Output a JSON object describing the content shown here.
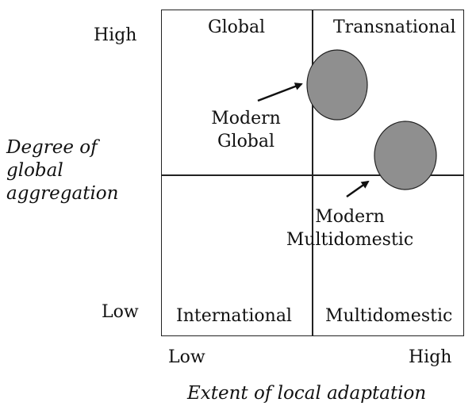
{
  "y_axis": {
    "label_lines": [
      "Degree of",
      "global",
      "aggregation"
    ],
    "high": "High",
    "low": "Low"
  },
  "x_axis": {
    "label": "Extent of local adaptation",
    "low": "Low",
    "high": "High"
  },
  "quadrants": {
    "top_left": "Global",
    "top_right": "Transnational",
    "bottom_left": "International",
    "bottom_right": "Multidomestic"
  },
  "markers": [
    {
      "label_lines": [
        "Modern",
        "Global"
      ],
      "color": "#8f8f8f"
    },
    {
      "label_lines": [
        "Modern",
        "Multidomestic"
      ],
      "color": "#8f8f8f"
    }
  ]
}
